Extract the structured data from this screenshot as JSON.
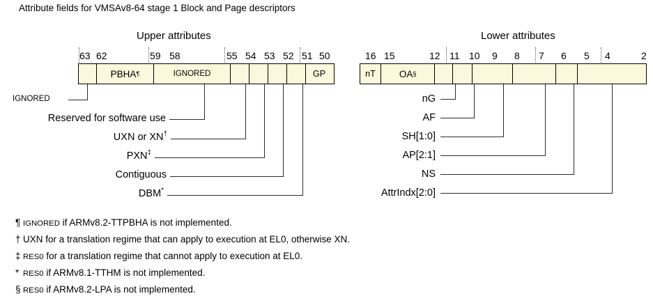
{
  "title": "Attribute fields for VMSAv8-64 stage 1 Block and Page descriptors",
  "colors": {
    "field_fill": "#fbf8dc",
    "stroke": "#000000",
    "leader": "#2b2b2b",
    "background": "#ffffff"
  },
  "groups": {
    "upper": {
      "heading": "Upper attributes"
    },
    "lower": {
      "heading": "Lower attributes"
    }
  },
  "upper": {
    "bit_labels": [
      "63",
      "62",
      "59",
      "58",
      "55",
      "54",
      "53",
      "52",
      "51",
      "50"
    ],
    "cells": [
      {
        "label": "",
        "bits": "63"
      },
      {
        "label": "PBHA",
        "sup": "¶",
        "bits": "62:59"
      },
      {
        "label": "IGNORED",
        "bits": "58:55"
      },
      {
        "label": "",
        "bits": "54"
      },
      {
        "label": "",
        "bits": "53"
      },
      {
        "label": "",
        "bits": "52"
      },
      {
        "label": "",
        "bits": "51"
      },
      {
        "label": "GP",
        "bits": "50"
      }
    ]
  },
  "lower": {
    "bit_labels": [
      "16",
      "15",
      "12",
      "11",
      "10",
      "9",
      "8",
      "7",
      "6",
      "5",
      "4",
      "2"
    ],
    "cells": [
      {
        "label": "nT",
        "bits": "16"
      },
      {
        "label": "OA",
        "sup": "§",
        "bits": "15:12"
      },
      {
        "label": "",
        "bits": "11"
      },
      {
        "label": "",
        "bits": "10"
      },
      {
        "label": "",
        "bits": "9:8"
      },
      {
        "label": "",
        "bits": "7:6"
      },
      {
        "label": "",
        "bits": "5"
      },
      {
        "label": "",
        "bits": "4:2"
      }
    ]
  },
  "callouts_upper": [
    {
      "label": "IGNORED",
      "target_bits": "63",
      "smallcaps": true
    },
    {
      "label": "Reserved for software use",
      "target_bits": "58:55",
      "smallcaps": false
    },
    {
      "label": "UXN or XN",
      "sup": "†",
      "target_bits": "54",
      "smallcaps": false
    },
    {
      "label": "PXN",
      "sup": "‡",
      "target_bits": "53",
      "smallcaps": false
    },
    {
      "label": "Contiguous",
      "target_bits": "52",
      "smallcaps": false
    },
    {
      "label": "DBM",
      "sup": "*",
      "target_bits": "51",
      "smallcaps": false
    }
  ],
  "callouts_lower": [
    {
      "label": "nG",
      "target_bits": "11"
    },
    {
      "label": "AF",
      "target_bits": "10"
    },
    {
      "label": "SH[1:0]",
      "target_bits": "9:8"
    },
    {
      "label": "AP[2:1]",
      "target_bits": "7:6"
    },
    {
      "label": "NS",
      "target_bits": "5"
    },
    {
      "label": "AttrIndx[2:0]",
      "target_bits": "4:2"
    }
  ],
  "footnotes": [
    {
      "mark": "¶",
      "sc_lead": "IGNORED",
      "text": " if ARMv8.2-TTPBHA is not implemented."
    },
    {
      "mark": "†",
      "sc_lead": "",
      "text": "UXN for a translation regime that can apply to execution at EL0, otherwise XN."
    },
    {
      "mark": "‡",
      "sc_lead": "RES0",
      "text": " for a translation regime that cannot apply to execution at EL0."
    },
    {
      "mark": "*",
      "sc_lead": "RES0",
      "text": " if ARMv8.1-TTHM is not implemented."
    },
    {
      "mark": "§",
      "sc_lead": "RES0",
      "text": " if ARMv8.2-LPA is not implemented."
    }
  ]
}
